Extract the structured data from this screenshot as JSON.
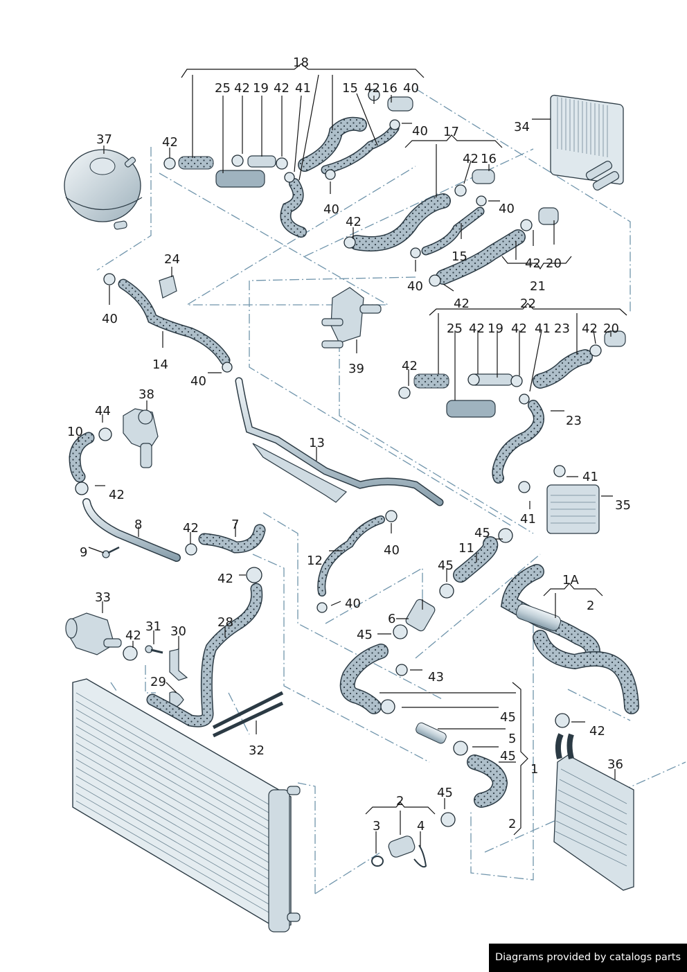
{
  "diagram": {
    "title": "Engine cooling system - coolant hoses and components",
    "callouts": [
      {
        "id": "c18",
        "text": "18"
      },
      {
        "id": "c25a",
        "text": "25"
      },
      {
        "id": "c42a",
        "text": "42"
      },
      {
        "id": "c19a",
        "text": "19"
      },
      {
        "id": "c42b",
        "text": "42"
      },
      {
        "id": "c41a",
        "text": "41"
      },
      {
        "id": "c15a",
        "text": "15"
      },
      {
        "id": "c42c",
        "text": "42"
      },
      {
        "id": "c16a",
        "text": "16"
      },
      {
        "id": "c40a",
        "text": "40"
      },
      {
        "id": "c34",
        "text": "34"
      },
      {
        "id": "c37",
        "text": "37"
      },
      {
        "id": "c42d",
        "text": "42"
      },
      {
        "id": "c40b",
        "text": "40"
      },
      {
        "id": "c17",
        "text": "17"
      },
      {
        "id": "c42e",
        "text": "42"
      },
      {
        "id": "c16b",
        "text": "16"
      },
      {
        "id": "c40c",
        "text": "40"
      },
      {
        "id": "c40d",
        "text": "40"
      },
      {
        "id": "c42f",
        "text": "42"
      },
      {
        "id": "c15b",
        "text": "15"
      },
      {
        "id": "c42g",
        "text": "42"
      },
      {
        "id": "c20a",
        "text": "20"
      },
      {
        "id": "c24",
        "text": "24"
      },
      {
        "id": "c40e",
        "text": "40"
      },
      {
        "id": "c40f",
        "text": "40"
      },
      {
        "id": "c21",
        "text": "21"
      },
      {
        "id": "c42h",
        "text": "42"
      },
      {
        "id": "c22",
        "text": "22"
      },
      {
        "id": "c14",
        "text": "14"
      },
      {
        "id": "c39",
        "text": "39"
      },
      {
        "id": "c25b",
        "text": "25"
      },
      {
        "id": "c42i",
        "text": "42"
      },
      {
        "id": "c19b",
        "text": "19"
      },
      {
        "id": "c42j",
        "text": "42"
      },
      {
        "id": "c41b",
        "text": "41"
      },
      {
        "id": "c23a",
        "text": "23"
      },
      {
        "id": "c42k",
        "text": "42"
      },
      {
        "id": "c20b",
        "text": "20"
      },
      {
        "id": "c42l",
        "text": "42"
      },
      {
        "id": "c40g",
        "text": "40"
      },
      {
        "id": "c23b",
        "text": "23"
      },
      {
        "id": "c38",
        "text": "38"
      },
      {
        "id": "c44",
        "text": "44"
      },
      {
        "id": "c10",
        "text": "10"
      },
      {
        "id": "c13",
        "text": "13"
      },
      {
        "id": "c42m",
        "text": "42"
      },
      {
        "id": "c41c",
        "text": "41"
      },
      {
        "id": "c35",
        "text": "35"
      },
      {
        "id": "c41d",
        "text": "41"
      },
      {
        "id": "c8",
        "text": "8"
      },
      {
        "id": "c42n",
        "text": "42"
      },
      {
        "id": "c7",
        "text": "7"
      },
      {
        "id": "c45a",
        "text": "45"
      },
      {
        "id": "c9",
        "text": "9"
      },
      {
        "id": "c40h",
        "text": "40"
      },
      {
        "id": "c11",
        "text": "11"
      },
      {
        "id": "c12",
        "text": "12"
      },
      {
        "id": "c42o",
        "text": "42"
      },
      {
        "id": "c45b",
        "text": "45"
      },
      {
        "id": "c1A",
        "text": "1A"
      },
      {
        "id": "c2a",
        "text": "2"
      },
      {
        "id": "c40i",
        "text": "40"
      },
      {
        "id": "c33",
        "text": "33"
      },
      {
        "id": "c6",
        "text": "6"
      },
      {
        "id": "c31",
        "text": "31"
      },
      {
        "id": "c30",
        "text": "30"
      },
      {
        "id": "c28",
        "text": "28"
      },
      {
        "id": "c42p",
        "text": "42"
      },
      {
        "id": "c45c",
        "text": "45"
      },
      {
        "id": "c43",
        "text": "43"
      },
      {
        "id": "c29",
        "text": "29"
      },
      {
        "id": "c45d",
        "text": "45"
      },
      {
        "id": "c42q",
        "text": "42"
      },
      {
        "id": "c32",
        "text": "32"
      },
      {
        "id": "c5",
        "text": "5"
      },
      {
        "id": "c45e",
        "text": "45"
      },
      {
        "id": "c1",
        "text": "1"
      },
      {
        "id": "c36",
        "text": "36"
      },
      {
        "id": "c45f",
        "text": "45"
      },
      {
        "id": "c2b",
        "text": "2"
      },
      {
        "id": "c3",
        "text": "3"
      },
      {
        "id": "c4",
        "text": "4"
      },
      {
        "id": "c2c",
        "text": "2"
      }
    ]
  },
  "footer": {
    "credit": "Diagrams provided by catalogs parts"
  },
  "colors": {
    "leader_line": "#111111",
    "dash_line": "#6f94ab",
    "part_fill": "#cfdbe2",
    "hose_fill": "#a9bcc7",
    "credit_bg": "#000000",
    "credit_text": "#ffffff"
  }
}
